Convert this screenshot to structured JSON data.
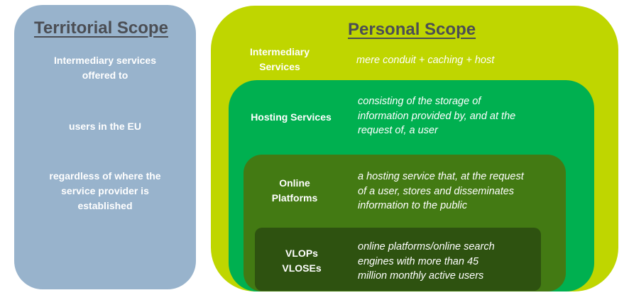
{
  "territorial_scope": {
    "title": "Territorial Scope",
    "items": [
      {
        "lines": [
          "Intermediary services",
          "offered to"
        ]
      },
      {
        "lines": [
          "users in the EU"
        ]
      },
      {
        "lines": [
          "regardless of where the",
          "service provider is",
          "established"
        ]
      }
    ]
  },
  "personal_scope": {
    "title": "Personal Scope",
    "levels": [
      {
        "label_lines": [
          "Intermediary",
          "Services"
        ],
        "description_lines": [
          "mere conduit + caching + host"
        ],
        "color": "#bfd600"
      },
      {
        "label_lines": [
          "Hosting Services"
        ],
        "description_lines": [
          "consisting of the storage of",
          "information provided by, and at the",
          "request of, a user"
        ],
        "color": "#00b050"
      },
      {
        "label_lines": [
          "Online",
          "Platforms"
        ],
        "description_lines": [
          "a hosting service that, at the request",
          "of a user, stores and disseminates",
          "information to the public"
        ],
        "color": "#437a13"
      },
      {
        "label_lines": [
          "VLOPs",
          "VLOSEs"
        ],
        "description_lines": [
          "online platforms/online search",
          "engines with more than 45",
          "million monthly active users"
        ],
        "color": "#2e5210"
      }
    ]
  },
  "colors": {
    "territorial_box": "#98b3cc",
    "title_text": "#4b4e54",
    "body_text": "#ffffff"
  }
}
